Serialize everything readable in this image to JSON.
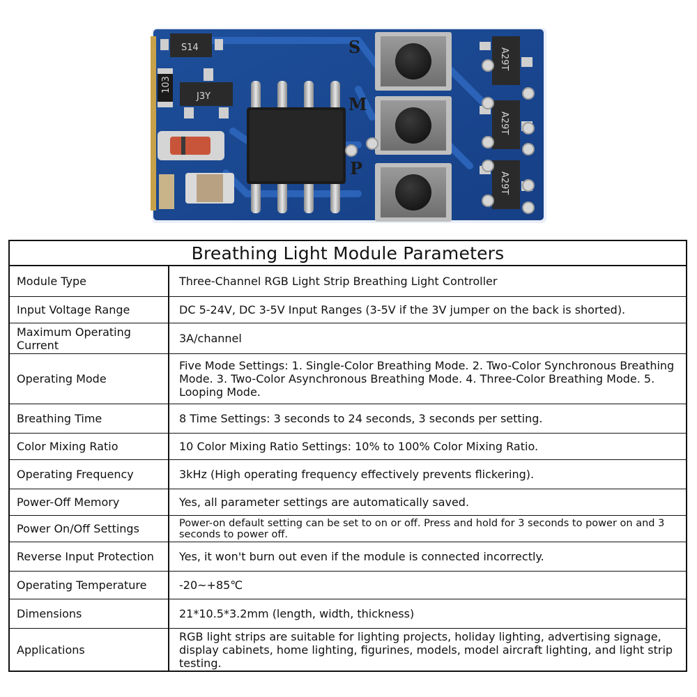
{
  "board": {
    "silkscreen_buttons": [
      "S",
      "M",
      "P"
    ],
    "chip_labels": [
      "S14",
      "103",
      "J3Y",
      "A29T",
      "A29T",
      "A29T"
    ]
  },
  "table": {
    "title": "Breathing Light Module Parameters",
    "rows": [
      {
        "label": "Module Type",
        "value": "Three-Channel RGB Light Strip Breathing Light Controller"
      },
      {
        "label": "Input Voltage Range",
        "value": "DC 5-24V, DC 3-5V Input Ranges (3-5V if the 3V jumper on the back is shorted)."
      },
      {
        "label": "Maximum Operating Current",
        "value": "3A/channel"
      },
      {
        "label": "Operating Mode",
        "value": "Five Mode Settings: 1. Single-Color Breathing Mode. 2. Two-Color Synchronous Breathing Mode. 3. Two-Color Asynchronous Breathing Mode. 4. Three-Color Breathing Mode. 5. Looping Mode."
      },
      {
        "label": "Breathing Time",
        "value": "8 Time Settings: 3 seconds to 24 seconds, 3 seconds per setting."
      },
      {
        "label": "Color Mixing Ratio",
        "value": "10 Color Mixing Ratio Settings: 10% to 100% Color Mixing Ratio."
      },
      {
        "label": "Operating Frequency",
        "value": "3kHz (High operating frequency effectively prevents flickering)."
      },
      {
        "label": "Power-Off Memory",
        "value": "Yes, all parameter settings are automatically saved."
      },
      {
        "label": "Power On/Off Settings",
        "value": "Power-on default setting can be set to on or off. Press and hold for 3 seconds to power on and 3 seconds to power off."
      },
      {
        "label": "Reverse Input Protection",
        "value": "Yes, it won't burn out even if the module is connected incorrectly."
      },
      {
        "label": "Operating Temperature",
        "value": "-20~+85℃"
      },
      {
        "label": "Dimensions",
        "value": "21*10.5*3.2mm (length, width, thickness)"
      },
      {
        "label": "Applications",
        "value": "RGB light strips are suitable for lighting projects, holiday lighting, advertising signage, display cabinets, home lighting, figurines, models, model aircraft lighting, and light strip testing."
      }
    ]
  }
}
